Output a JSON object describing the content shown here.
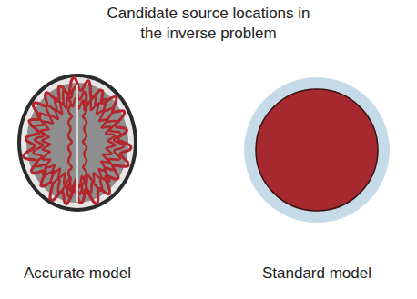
{
  "diagram": {
    "title": "Candidate source locations in the inverse problem",
    "labels": [
      "Accurate model",
      "Standard model"
    ]
  }
}
